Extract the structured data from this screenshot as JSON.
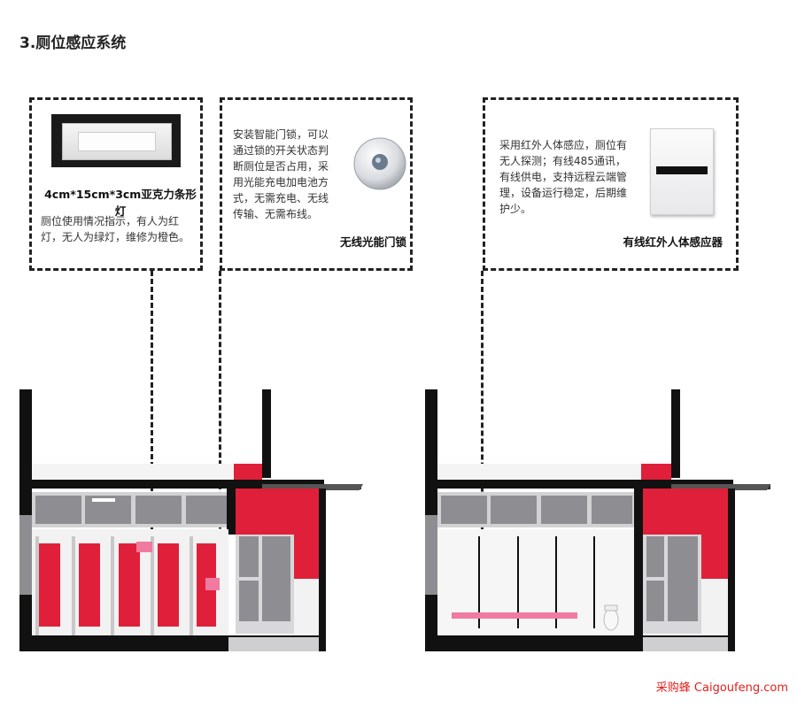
{
  "page": {
    "title": "3.厕位感应系统",
    "watermark": "采购蜂 Caigoufeng.com"
  },
  "cards": {
    "light": {
      "caption": "4cm*15cm*3cm亚克力条形灯",
      "desc_lines": [
        "厕位使用情况指示，有人为红",
        "灯，无人为绿灯，维修为橙色。"
      ]
    },
    "lock": {
      "desc_lines": [
        "安装智能门锁，可以",
        "通过锁的开关状态判",
        "断厕位是否占用，采",
        "用光能充电加电池方",
        "式，无需充电、无线",
        "传输、无需布线。"
      ],
      "caption": "无线光能门锁"
    },
    "sensor": {
      "desc_lines": [
        "采用红外人体感应，厕位有",
        "无人探测；有线485通讯，",
        "有线供电，支持远程云端管",
        "理，设备运行稳定，后期维",
        "护少。"
      ],
      "caption": "有线红外人体感应器"
    }
  },
  "colors": {
    "accent_red": "#e0203a",
    "indicator_pink": "#f07aa0",
    "wall": "#111111",
    "partition_gray": "#8e8e92"
  }
}
